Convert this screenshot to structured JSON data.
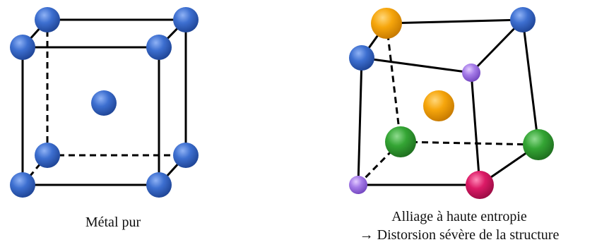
{
  "colors": {
    "blue": "#2e5fbf",
    "orange": "#f0a000",
    "green": "#2f9a2f",
    "purple": "#9b6be0",
    "magenta": "#d0145e",
    "edge": "#000000"
  },
  "left_structure": {
    "caption": "Métal pur"
  },
  "right_structure": {
    "caption_line1": "Alliage à haute entropie",
    "caption_line2": "→ Distorsion sévère de la structure"
  }
}
